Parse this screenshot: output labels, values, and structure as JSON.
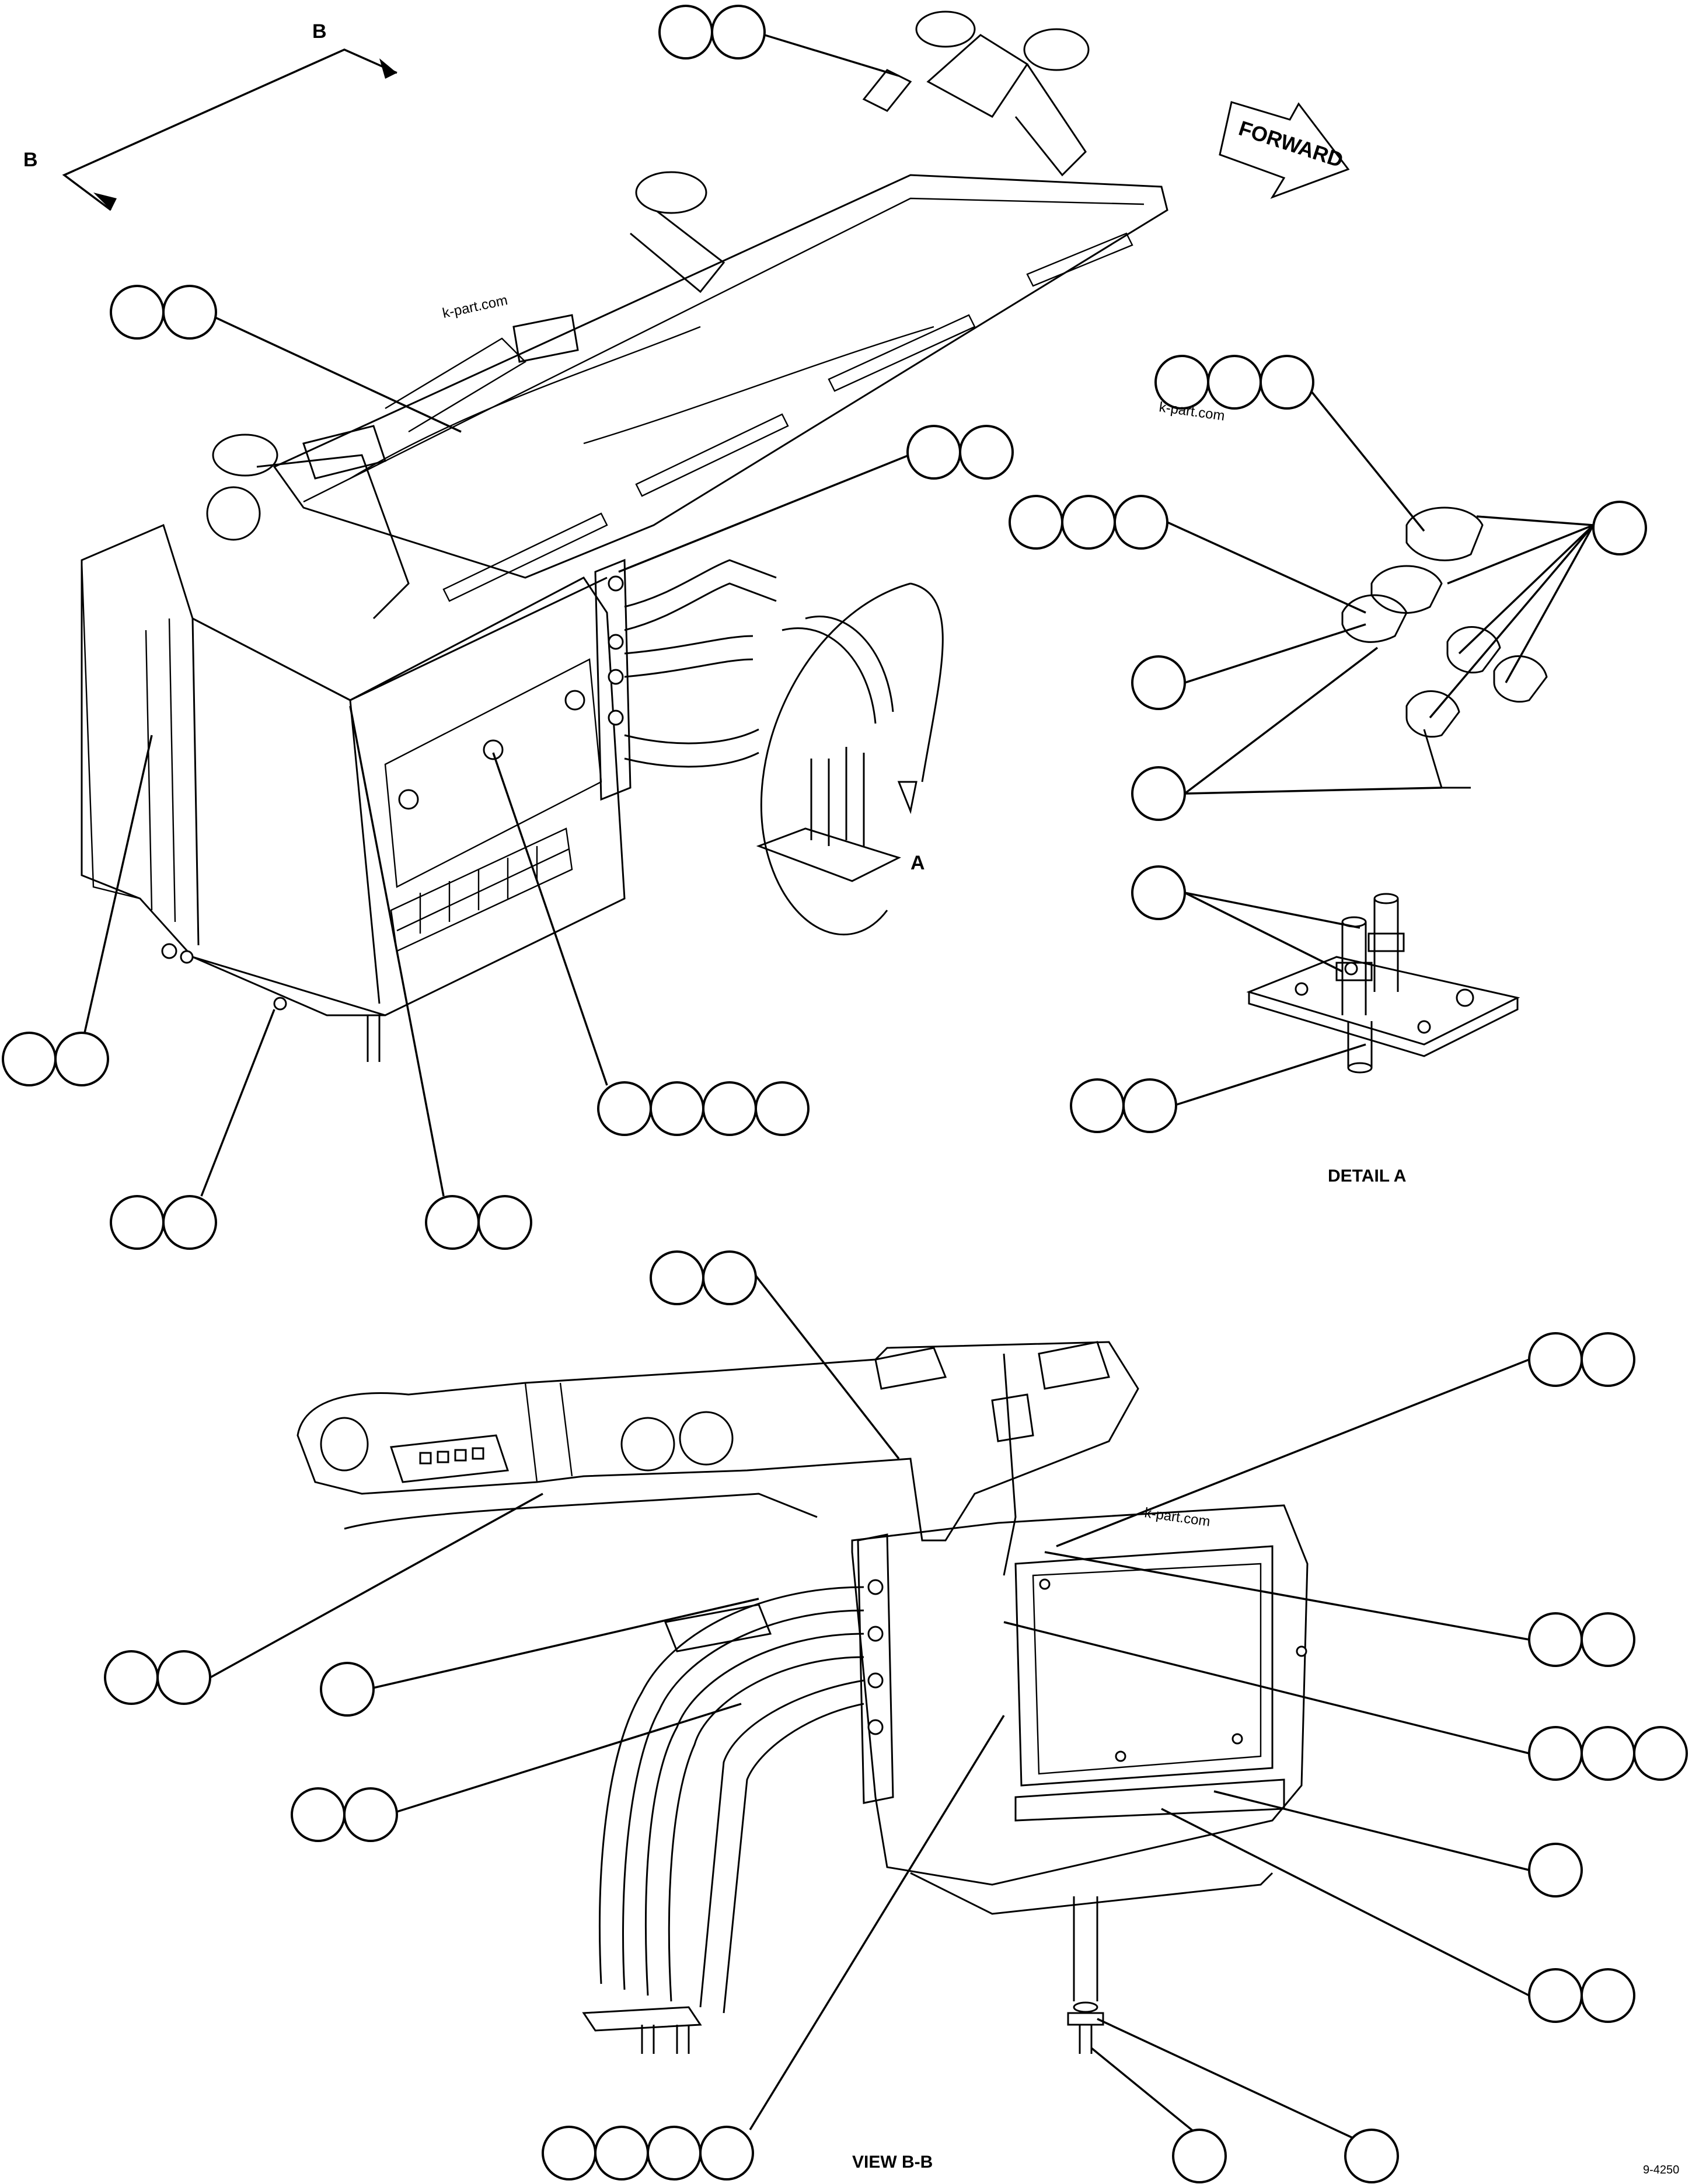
{
  "labels": {
    "section_arrow_top": "B",
    "section_arrow_left": "B",
    "forward": "FORWARD",
    "detail_marker": "A",
    "detail_title": "DETAIL A",
    "view_title": "VIEW B-B",
    "watermark_1": "k-part.com",
    "watermark_2": "k-part.com",
    "watermark_3": "k-part.com",
    "drawing_number": "9-4250"
  },
  "colors": {
    "line": "#000000",
    "background": "#ffffff"
  }
}
